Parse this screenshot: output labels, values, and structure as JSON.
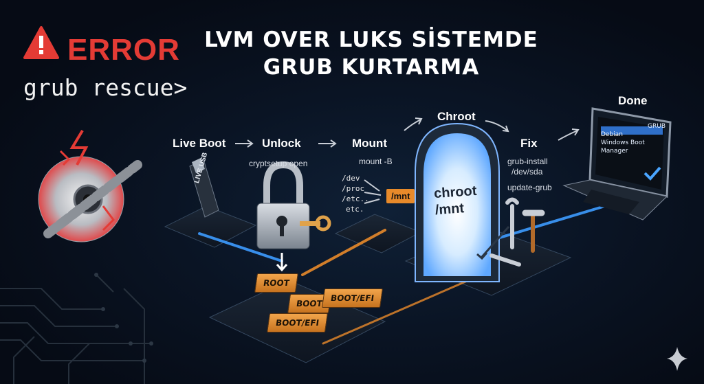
{
  "header": {
    "error_label": "ERROR",
    "prompt": "grub rescue>",
    "title_line1": "LVM OVER LUKS SİSTEMDE",
    "title_line2": "GRUB KURTARMA"
  },
  "steps": {
    "live_boot": "Live Boot",
    "unlock": "Unlock",
    "unlock_cmd": "cryptsetup open",
    "mount": "Mount",
    "mount_cmd": "mount -B",
    "mount_paths": [
      "/dev",
      "/proc",
      "/etc..",
      "etc."
    ],
    "mount_target": "/mnt",
    "chroot": "Chroot",
    "chroot_path": [
      "chroot",
      "/mnt"
    ],
    "fix": "Fix",
    "fix_cmds": [
      "grub-install",
      "/dev/sda",
      "update-grub"
    ],
    "done": "Done"
  },
  "usb_label": "LIVE USB",
  "partitions": [
    "ROOT",
    "BOOT",
    "BOOT/EFI",
    "BOOT/EFI"
  ],
  "boot_menu": {
    "title": "GRUB",
    "items": [
      "Debian",
      "Windows Boot Manager"
    ]
  },
  "colors": {
    "error_red": "#e43b35",
    "accent_orange": "#e88a2a",
    "glow_blue": "#3d9bff"
  }
}
